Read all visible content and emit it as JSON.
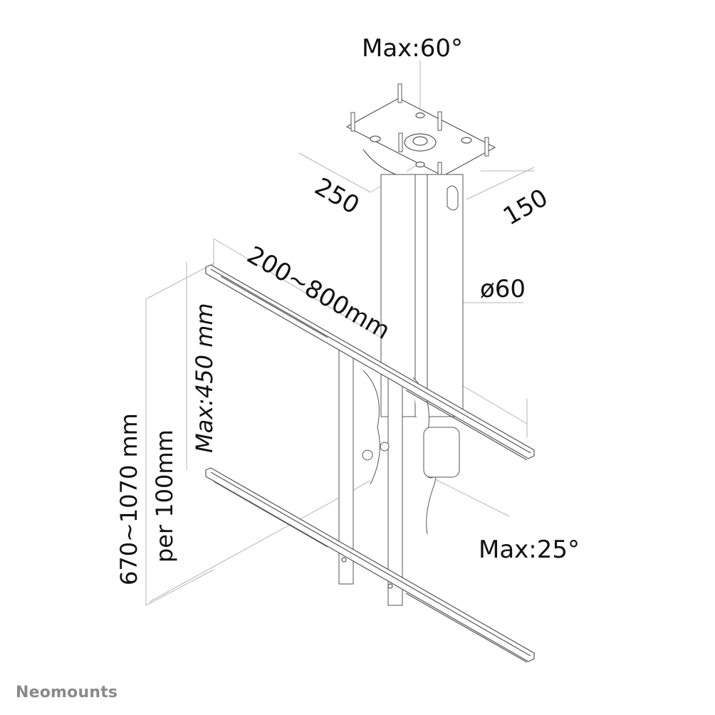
{
  "diagram": {
    "title": "Ceiling TV mount technical drawing",
    "labels": {
      "tilt_top": "Max:60°",
      "plate_depth": "250",
      "plate_width": "150",
      "vesa_width": "200~800mm",
      "pole_diameter": "ø60",
      "vesa_height": "Max:450 mm",
      "height_range": "670~1070 mm",
      "height_step": "per 100mm",
      "tilt_bottom": "Max:25°"
    },
    "brand": "Neomounts",
    "colors": {
      "line": "#555555",
      "dim_line": "#b0b0b0",
      "text": "#111111",
      "brand": "#8a8a8a"
    }
  }
}
